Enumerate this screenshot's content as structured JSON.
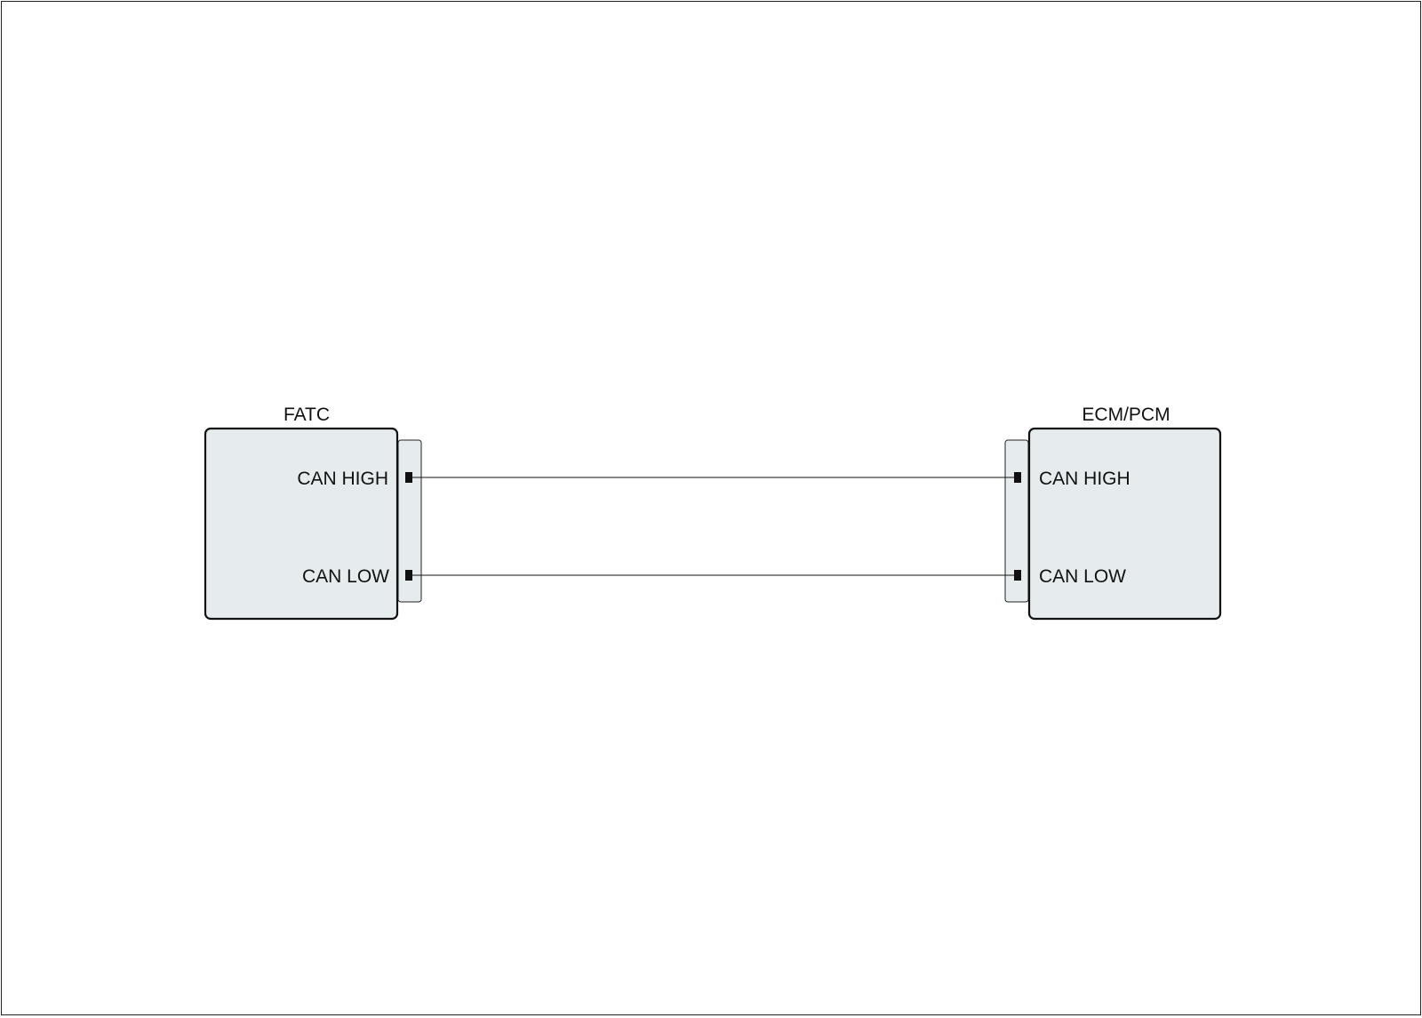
{
  "modules": {
    "left": {
      "title": "FATC",
      "pins": {
        "high": "CAN HIGH",
        "low": "CAN LOW"
      }
    },
    "right": {
      "title": "ECM/PCM",
      "pins": {
        "high": "CAN HIGH",
        "low": "CAN LOW"
      }
    }
  },
  "colors": {
    "module_fill": "#e6ecee",
    "line": "#111111"
  }
}
